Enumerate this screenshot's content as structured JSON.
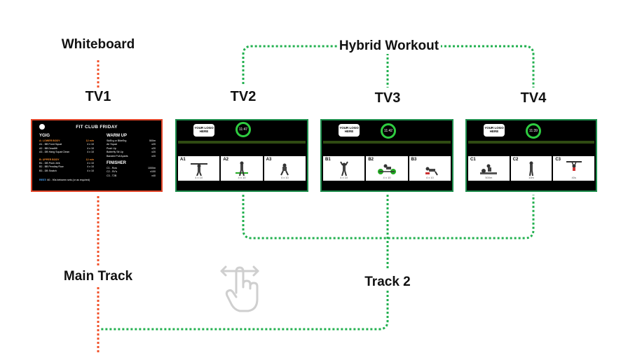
{
  "labels": {
    "whiteboard": "Whiteboard",
    "hybrid": "Hybrid Workout",
    "main_track": "Main Track",
    "track2": "Track 2"
  },
  "tvs": {
    "tv1": {
      "label": "TV1"
    },
    "tv2": {
      "label": "TV2",
      "logo": "YOUR LOGO HERE",
      "timer": "11:47",
      "panels": [
        {
          "code": "A1",
          "reps": "4 x 10"
        },
        {
          "code": "A2",
          "reps": "4 x 10"
        },
        {
          "code": "A3",
          "reps": "4 x 10"
        }
      ]
    },
    "tv3": {
      "label": "TV3",
      "logo": "YOUR LOGO HERE",
      "timer": "11:42",
      "panels": [
        {
          "code": "B1",
          "reps": "4 x 10"
        },
        {
          "code": "B2",
          "reps": "4 x 10"
        },
        {
          "code": "B3",
          "reps": "4 x 10"
        }
      ]
    },
    "tv4": {
      "label": "TV4",
      "logo": "YOUR LOGO HERE",
      "timer": "11:39",
      "panels": [
        {
          "code": "C1",
          "reps": "500m"
        },
        {
          "code": "C2",
          "reps": "10m"
        },
        {
          "code": "C3",
          "reps": "40s"
        }
      ]
    }
  },
  "whiteboard": {
    "title": "FIT CLUB FRIDAY",
    "left_heading": "YGIG",
    "lower_body": {
      "label": "A: LOWER BODY",
      "time": "12 min"
    },
    "lower_items": [
      {
        "name": "A1 - BB Front Squat",
        "reps": "4 x 10"
      },
      {
        "name": "A2 - BB Deadlift",
        "reps": "4 x 10"
      },
      {
        "name": "A3 - DB Hang Squat Clean",
        "reps": "4 x 10"
      }
    ],
    "upper_body": {
      "label": "B: UPPER BODY",
      "time": "12 min"
    },
    "upper_items": [
      {
        "name": "B1 - DB Push Jerk",
        "reps": "4 x 10"
      },
      {
        "name": "B2 - BB Pendlay Row",
        "reps": "4 x 10"
      },
      {
        "name": "B3 - DB Snatch",
        "reps": "4 x 10"
      }
    ],
    "rest_label": "REST:",
    "rest_text": "60 - 90s between sets (or as required)",
    "warmup_heading": "WARM UP",
    "warmup_items": [
      {
        "name": "SkiErg or BikeErg",
        "reps": "500m"
      },
      {
        "name": "Air Squat",
        "reps": "x20"
      },
      {
        "name": "Push Up",
        "reps": "x20"
      },
      {
        "name": "Butterfly Sit Up",
        "reps": "x20"
      },
      {
        "name": "Banded Pull Aparts",
        "reps": "x20"
      }
    ],
    "finisher_heading": "FINISHER",
    "finisher_items": [
      {
        "name": "C1 - Row",
        "reps": "1000m"
      },
      {
        "name": "C2 - SV's",
        "reps": "x100"
      },
      {
        "name": "C3 - T2B",
        "reps": "x40"
      }
    ]
  },
  "colors": {
    "main_track": "#f2542d",
    "track2": "#22b04f",
    "screen_border": "#1f8f4e",
    "whiteboard_border": "#e3472b"
  },
  "icons": {
    "gesture": "swipe-hand-icon"
  }
}
